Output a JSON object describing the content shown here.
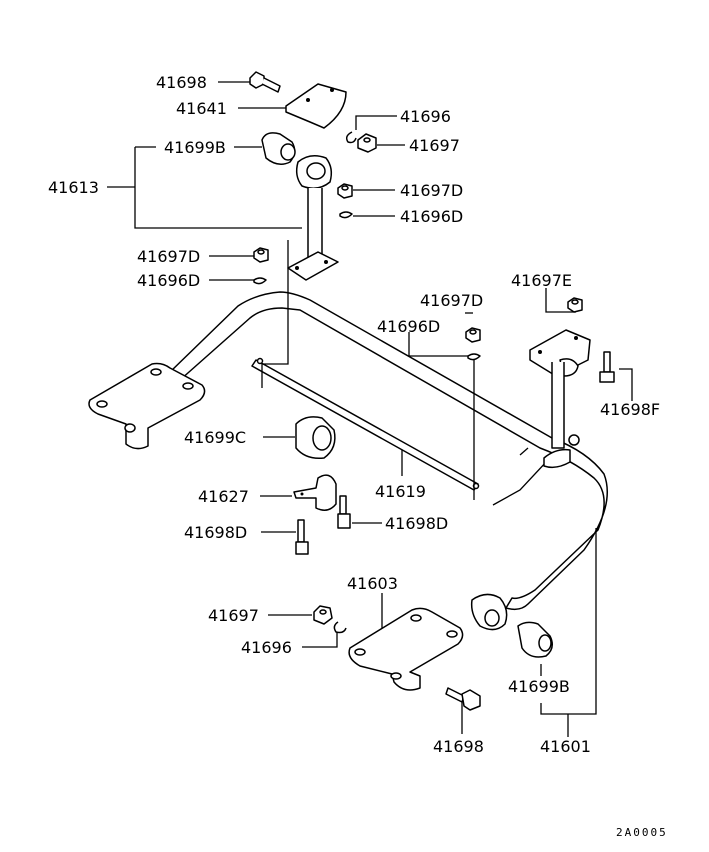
{
  "diagram_code": "2A0005",
  "parts": {
    "p41698_top": "41698",
    "p41641": "41641",
    "p41696_top": "41696",
    "p41699B_top": "41699B",
    "p41697_top": "41697",
    "p41613": "41613",
    "p41697D_a": "41697D",
    "p41696D_a": "41696D",
    "p41697D_b": "41697D",
    "p41696D_b": "41696D",
    "p41697E": "41697E",
    "p41697D_c": "41697D",
    "p41696D_c": "41696D",
    "p41698F": "41698F",
    "p41699C": "41699C",
    "p41619": "41619",
    "p41627": "41627",
    "p41698D_a": "41698D",
    "p41698D_b": "41698D",
    "p41603": "41603",
    "p41697_bot": "41697",
    "p41696_bot": "41696",
    "p41699B_bot": "41699B",
    "p41698_bot": "41698",
    "p41601": "41601"
  }
}
